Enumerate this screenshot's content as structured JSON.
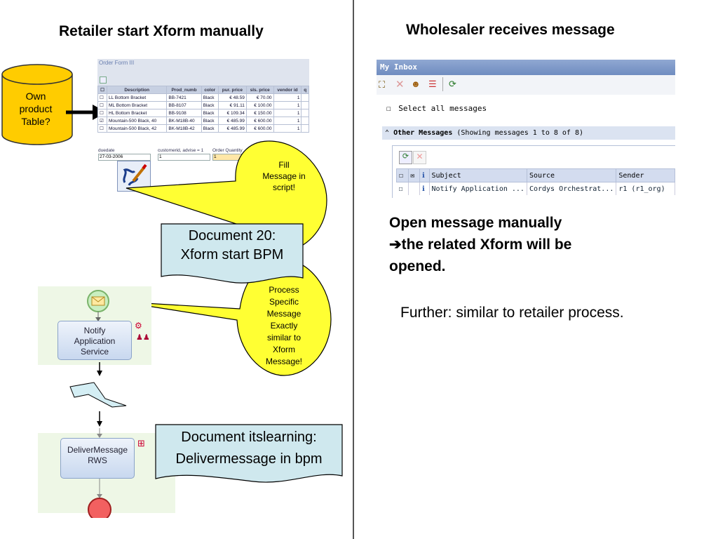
{
  "left_title": "Retailer start Xform manually",
  "right_title": "Wholesaler receives message",
  "cylinder_label": [
    "Own",
    "product",
    "Table?"
  ],
  "order_form": {
    "title": "Order Form III",
    "columns": [
      "Description",
      "Prod_numb",
      "color",
      "pur. price",
      "sls. price",
      "vendor id",
      "q"
    ],
    "rows": [
      {
        "checked": false,
        "cells": [
          "LL Bottom Bracket",
          "BB-7421",
          "Black",
          "€ 48.59",
          "€ 70.00",
          "1",
          ""
        ]
      },
      {
        "checked": false,
        "cells": [
          "ML Bottom Bracket",
          "BB-8107",
          "Black",
          "€ 91.11",
          "€ 100.00",
          "1",
          ""
        ]
      },
      {
        "checked": false,
        "cells": [
          "HL Bottom Bracket",
          "BB-9108",
          "Black",
          "€ 109.34",
          "€ 150.00",
          "1",
          ""
        ]
      },
      {
        "checked": true,
        "cells": [
          "Mountain-500 Black, 40",
          "BK-M18B-40",
          "Black",
          "€ 485.99",
          "€ 600.00",
          "1",
          ""
        ]
      },
      {
        "checked": false,
        "cells": [
          "Mountain-500 Black, 42",
          "BK-M18B-42",
          "Black",
          "€ 485.99",
          "€ 600.00",
          "1",
          ""
        ]
      }
    ],
    "duedate_label": "duedate",
    "duedate_value": "27-03-2006",
    "customer_label": "customerid, advise = 1",
    "customer_value": "1",
    "quantity_label": "Order Quantity",
    "quantity_value": "1"
  },
  "callout_fill": [
    "Fill",
    "Message in",
    "script!"
  ],
  "callout_process": [
    "Process",
    "Specific",
    "Message",
    "Exactly",
    "similar to",
    "Xform",
    "Message!"
  ],
  "note_document20": [
    "Document 20:",
    "Xform start BPM"
  ],
  "note_itslearning": [
    "Document itslearning:",
    "Delivermessage in bpm"
  ],
  "bpm": {
    "notify_label": [
      "Notify",
      "Application",
      "Service"
    ],
    "deliver_label": [
      "DeliverMessage",
      "RWS"
    ]
  },
  "inbox": {
    "header": "My Inbox",
    "select_all": "Select all messages",
    "other_messages_label": "Other Messages",
    "showing_text": "(Showing messages 1 to 8 of 8)",
    "columns": [
      "Subject",
      "Source",
      "Sender"
    ],
    "row": {
      "subject": "Notify Application ...",
      "source": "Cordys Orchestrat...",
      "sender": "r1 (r1_org)"
    }
  },
  "right_text": {
    "line1": "Open message manually",
    "line2": "the related Xform will be",
    "line3": "opened.",
    "arrow": "➔",
    "further": "Further: similar to retailer process."
  },
  "colors": {
    "callout_yellow": "#ffff33",
    "cylinder_gold": "#ffcc00",
    "note_blue": "#cfe8ee",
    "divider": "#555555"
  }
}
